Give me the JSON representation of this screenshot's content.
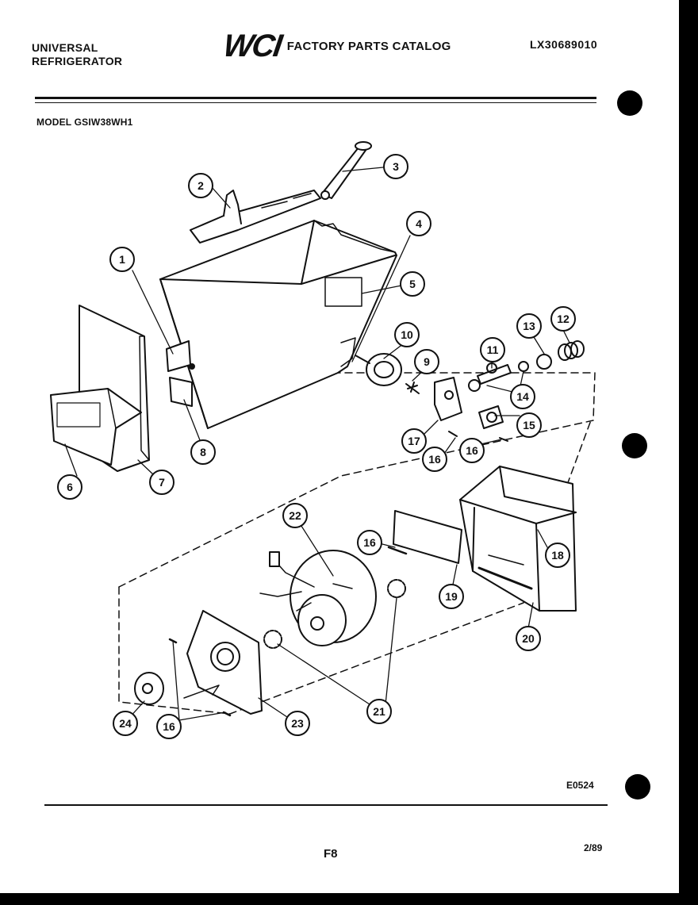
{
  "header": {
    "brand_line1": "UNIVERSAL",
    "brand_line2": "REFRIGERATOR",
    "logo": "WCI",
    "catalog_title": "FACTORY PARTS CATALOG",
    "part_code": "LX30689010"
  },
  "model": "MODEL GSIW38WH1",
  "callouts": [
    "1",
    "2",
    "3",
    "4",
    "5",
    "6",
    "7",
    "8",
    "9",
    "10",
    "11",
    "12",
    "13",
    "14",
    "15",
    "16",
    "16",
    "16",
    "16",
    "17",
    "18",
    "19",
    "20",
    "21",
    "22",
    "23",
    "24"
  ],
  "footer": {
    "ref_code": "E0524",
    "page": "F8",
    "date": "2/89"
  },
  "colors": {
    "ink": "#111111",
    "paper": "#ffffff",
    "border": "#000000"
  }
}
